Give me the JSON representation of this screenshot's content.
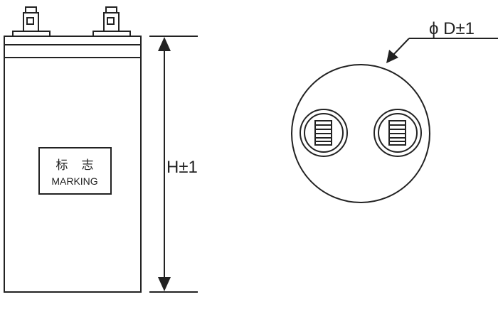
{
  "side_view": {
    "marking_label_cn": "标    志",
    "marking_label_en": "MARKING",
    "height_dim": "H±1"
  },
  "top_view": {
    "diameter_dim": "ϕ D±1"
  }
}
